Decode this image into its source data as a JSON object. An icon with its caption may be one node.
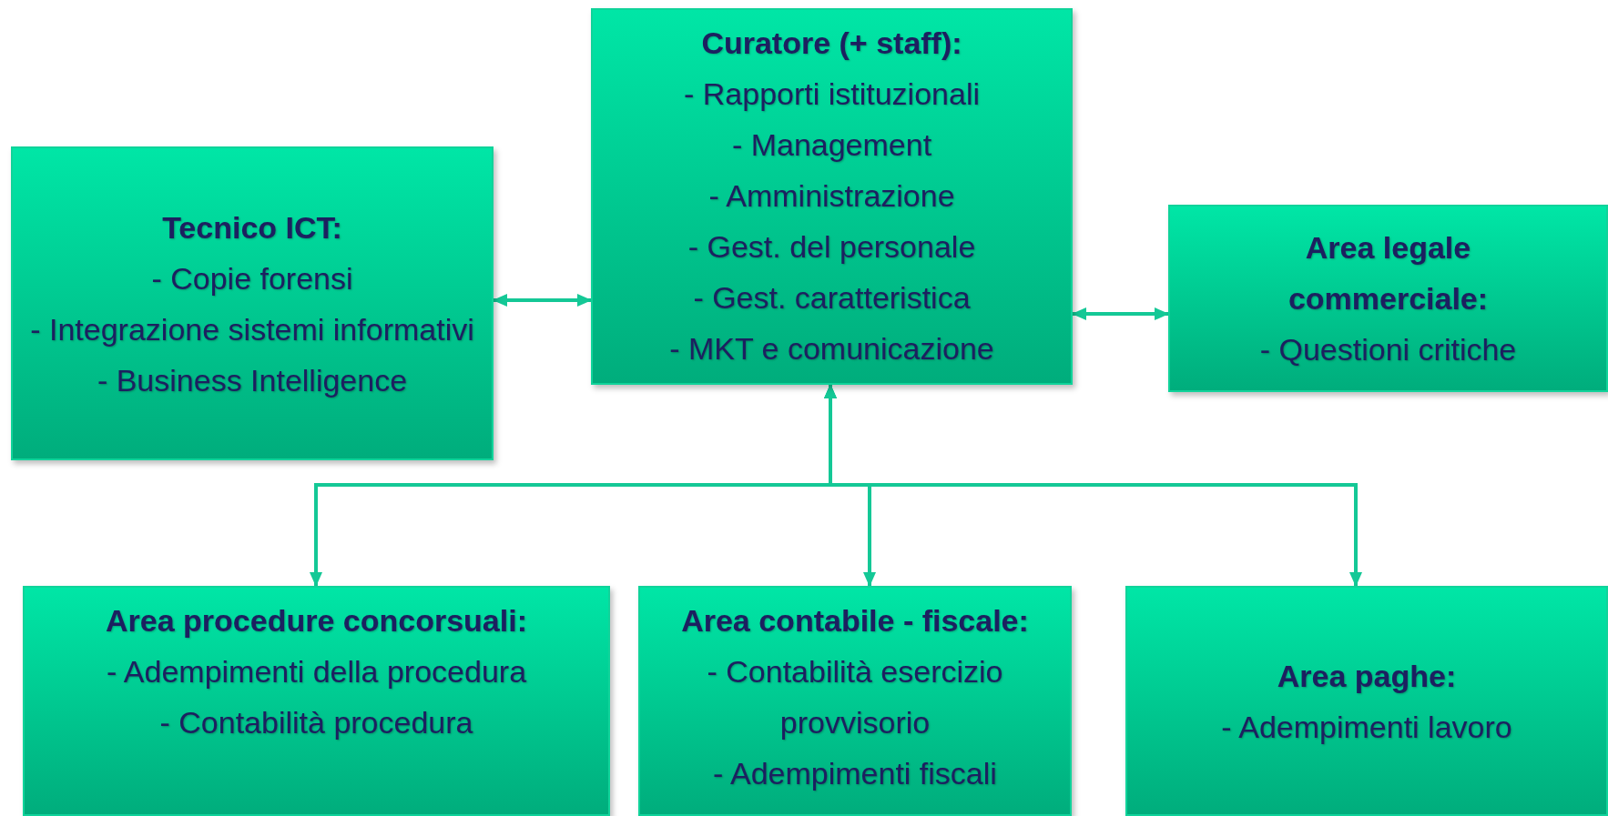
{
  "diagram": {
    "nodes": [
      {
        "text": [
          "Tecnico ICT:",
          "- Copie forensi",
          "- Integrazione sistemi informativi",
          "- Business Intelligence"
        ]
      },
      {
        "text": [
          "Curatore (+ staff):",
          "- Rapporti istituzionali",
          "- Management",
          "- Amministrazione",
          "- Gest. del personale",
          "- Gest. caratteristica",
          "- MKT e comunicazione"
        ]
      },
      {
        "text": [
          "Area legale commerciale:",
          "- Questioni critiche"
        ]
      },
      {
        "text": [
          "Area procedure concorsuali:",
          "- Adempimenti della procedura",
          "- Contabilità procedura"
        ]
      },
      {
        "text": [
          "Area contabile - fiscale:",
          "- Contabilità esercizio provvisorio",
          "- Adempimenti fiscali"
        ]
      },
      {
        "text": [
          "Area paghe:",
          "- Adempimenti lavoro"
        ]
      }
    ],
    "edges": [
      {
        "from": 0,
        "to": 1,
        "arrow": "both"
      },
      {
        "from": 1,
        "to": 2,
        "arrow": "both"
      },
      {
        "from": 1,
        "to": 3,
        "arrow": "both"
      },
      {
        "from": 1,
        "to": 4,
        "arrow": "both"
      },
      {
        "from": 1,
        "to": 5,
        "arrow": "both"
      }
    ]
  }
}
